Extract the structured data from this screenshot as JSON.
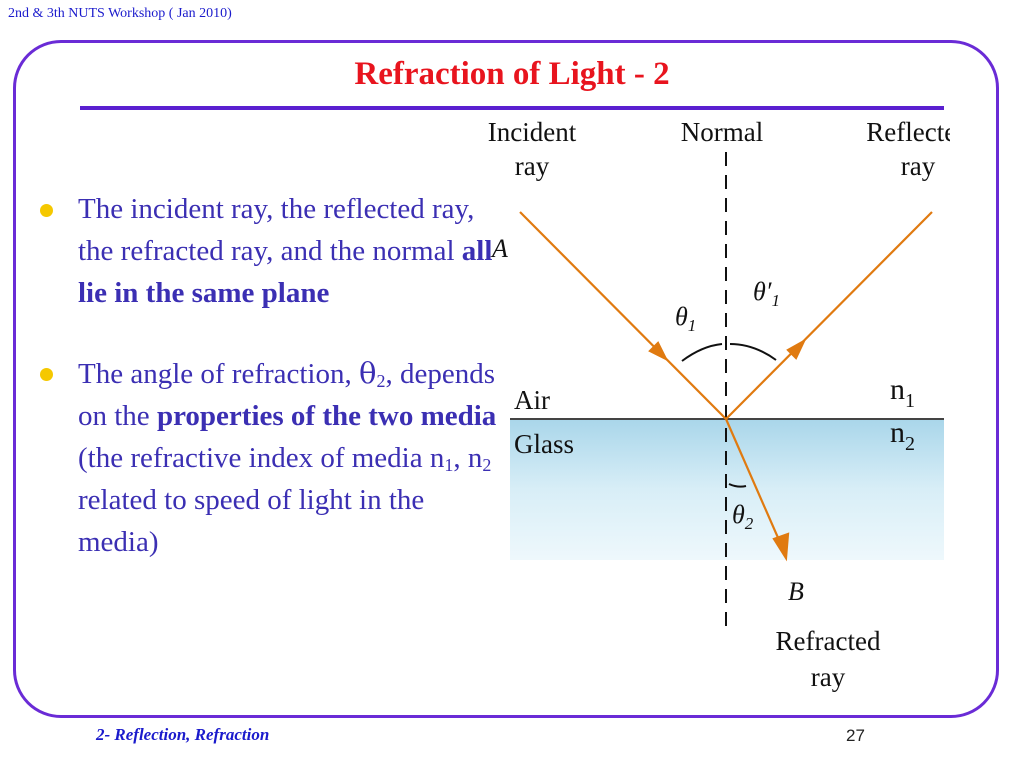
{
  "header": {
    "text": "2nd & 3th NUTS Workshop ( Jan 2010)"
  },
  "slide": {
    "title": "Refraction of  Light - 2",
    "bullet1": {
      "text": "The incident ray, the reflected ray, the refracted ray, and the normal ",
      "bold": "all lie in the same plane"
    },
    "bullet2": {
      "t1": "The angle of  refraction, ",
      "theta": "θ",
      "theta_sub": "2",
      "t2": ", depends on the ",
      "bold": "properties of  the two media",
      "t3": " (the refractive index of  media ",
      "n1": "n",
      "n1_sub": "1",
      "sep": ",  ",
      "n2": "n",
      "n2_sub": "2",
      "t4": " related to speed of light in the media)"
    }
  },
  "diagram": {
    "incident": [
      "Incident",
      "ray"
    ],
    "normal": "Normal",
    "reflected": [
      "Reflected",
      "ray"
    ],
    "refracted": [
      "Refracted",
      "ray"
    ],
    "point_a": "A",
    "point_b": "B",
    "theta1": "θ",
    "theta1_sub": "1",
    "theta1p": "θ′",
    "theta1p_sub": "1",
    "theta2": "θ",
    "theta2_sub": "2",
    "medium_top": "Air",
    "medium_bottom": "Glass",
    "n1": "n",
    "n1_sub": "1",
    "n2": "n",
    "n2_sub": "2",
    "ray_color": "#e07a10",
    "glass_color": "#cfe9f4"
  },
  "footer": {
    "left": "2- Reflection, Refraction",
    "page": "27"
  },
  "colors": {
    "title": "#e8141e",
    "frame": "#6a2bd6",
    "body_text": "#3b2fb3",
    "bullet": "#f5c800"
  }
}
